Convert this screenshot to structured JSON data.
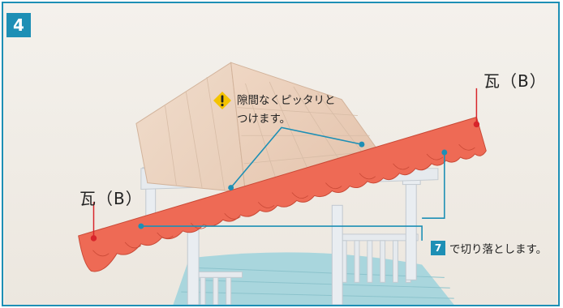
{
  "step_number": "4",
  "note": {
    "line1": "隙間なくピッタリと",
    "line2": "つけます。"
  },
  "tile_label_right": "瓦（B）",
  "tile_label_left": "瓦（B）",
  "cut_note": {
    "step_ref": "7",
    "text": "で切り落とします。"
  },
  "icons": [
    "warning-icon"
  ],
  "colors": {
    "accent": "#1d8fb5",
    "tile": "#ee6a55",
    "leader_red": "#d8252b",
    "warning": "#f4c300"
  }
}
